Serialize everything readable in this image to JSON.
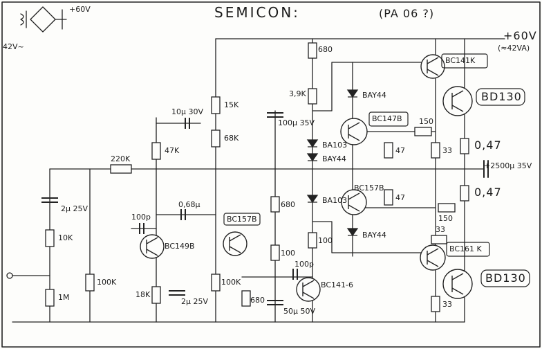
{
  "title": "SEMICON:",
  "model": "(PA 06 ?)",
  "supply": {
    "rail": "+60V",
    "rail_current": "(≈42VA)",
    "input_ac": "42V~",
    "bridge_out": "+60V"
  },
  "transistors": {
    "q1": "BC149B",
    "q2": "BC157B",
    "q3": "BC141-6",
    "q4": "BC141K",
    "q5": "BC147B",
    "q6": "BC157B",
    "q7": "BC161 K",
    "q8": "BD130",
    "q9": "BD130"
  },
  "resistors": {
    "r_220k": "220K",
    "r_15k": "15K",
    "r_68k": "68K",
    "r_47k": "47K",
    "r_10k": "10K",
    "r_1m": "1M",
    "r_100k_a": "100K",
    "r_100k_b": "100K",
    "r_18k": "18K",
    "r_680_top": "680",
    "r_39k": "3,9K",
    "r_680_mid": "680",
    "r_100_a": "100",
    "r_100_b": "100",
    "r_680_bot": "680",
    "r_150_a": "150",
    "r_150_b": "150",
    "r_47_a": "47",
    "r_47_b": "47",
    "r_33_a": "33",
    "r_33_b": "33",
    "r_33_c": "33",
    "r_047_a": "0,47",
    "r_047_b": "0,47"
  },
  "capacitors": {
    "c_10u": "10µ 30V",
    "c_100u": "100µ 35V",
    "c_2u_in": "2µ 25V",
    "c_100p_a": "100p",
    "c_068u": "0,68µ",
    "c_2u_b": "2µ 25V",
    "c_100p_b": "100p",
    "c_50u": "50µ 50V",
    "c_2500u": "+2500µ 35V"
  },
  "diodes": {
    "d1": "BAY44",
    "d2": "BA103",
    "d3": "BAY44",
    "d4": "BA103",
    "d5": "BAY44"
  }
}
